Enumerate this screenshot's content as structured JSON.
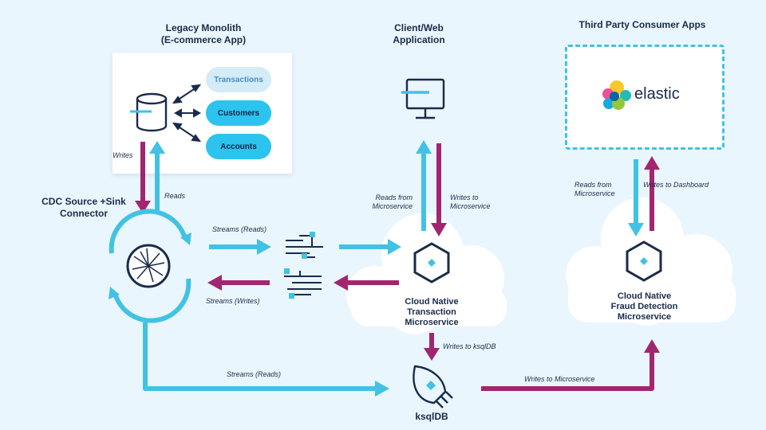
{
  "legacy": {
    "title_line1": "Legacy Monolith",
    "title_line2": "(E-commerce App)"
  },
  "pills": {
    "transactions": "Transactions",
    "customers": "Customers",
    "accounts": "Accounts"
  },
  "client": {
    "title_line1": "Client/Web",
    "title_line2": "Application"
  },
  "third_party": {
    "title": "Third Party Consumer Apps",
    "elastic": "elastic"
  },
  "cdc": {
    "line1": "CDC Source +Sink",
    "line2": "Connector"
  },
  "labels": {
    "writes": "Writes",
    "reads": "Reads",
    "streams_reads_top": "Streams (Reads)",
    "streams_writes": "Streams (Writes)",
    "reads_from_ms_1": "Reads from",
    "reads_from_ms_2": "Microservice",
    "writes_to_ms_1": "Writes to",
    "writes_to_ms_2": "Microservice",
    "reads_from_ms_r1": "Reads from",
    "reads_from_ms_r2": "Microservice",
    "writes_to_dashboard": "Writes to Dashboard",
    "writes_to_ksqldb": "Writes to ksqlDB",
    "streams_reads_bottom": "Streams (Reads)",
    "writes_to_microservice": "Writes to Microservice"
  },
  "transaction_ms": {
    "line1": "Cloud Native",
    "line2": "Transaction",
    "line3": "Microservice"
  },
  "fraud_ms": {
    "line1": "Cloud Native",
    "line2": "Fraud Detection",
    "line3": "Microservice"
  },
  "ksqldb": {
    "label": "ksqlDB"
  },
  "colors": {
    "cyan": "#41c2e4",
    "magenta": "#a2266f",
    "navy": "#1a2b4a",
    "bg": "#eaf6fd"
  }
}
